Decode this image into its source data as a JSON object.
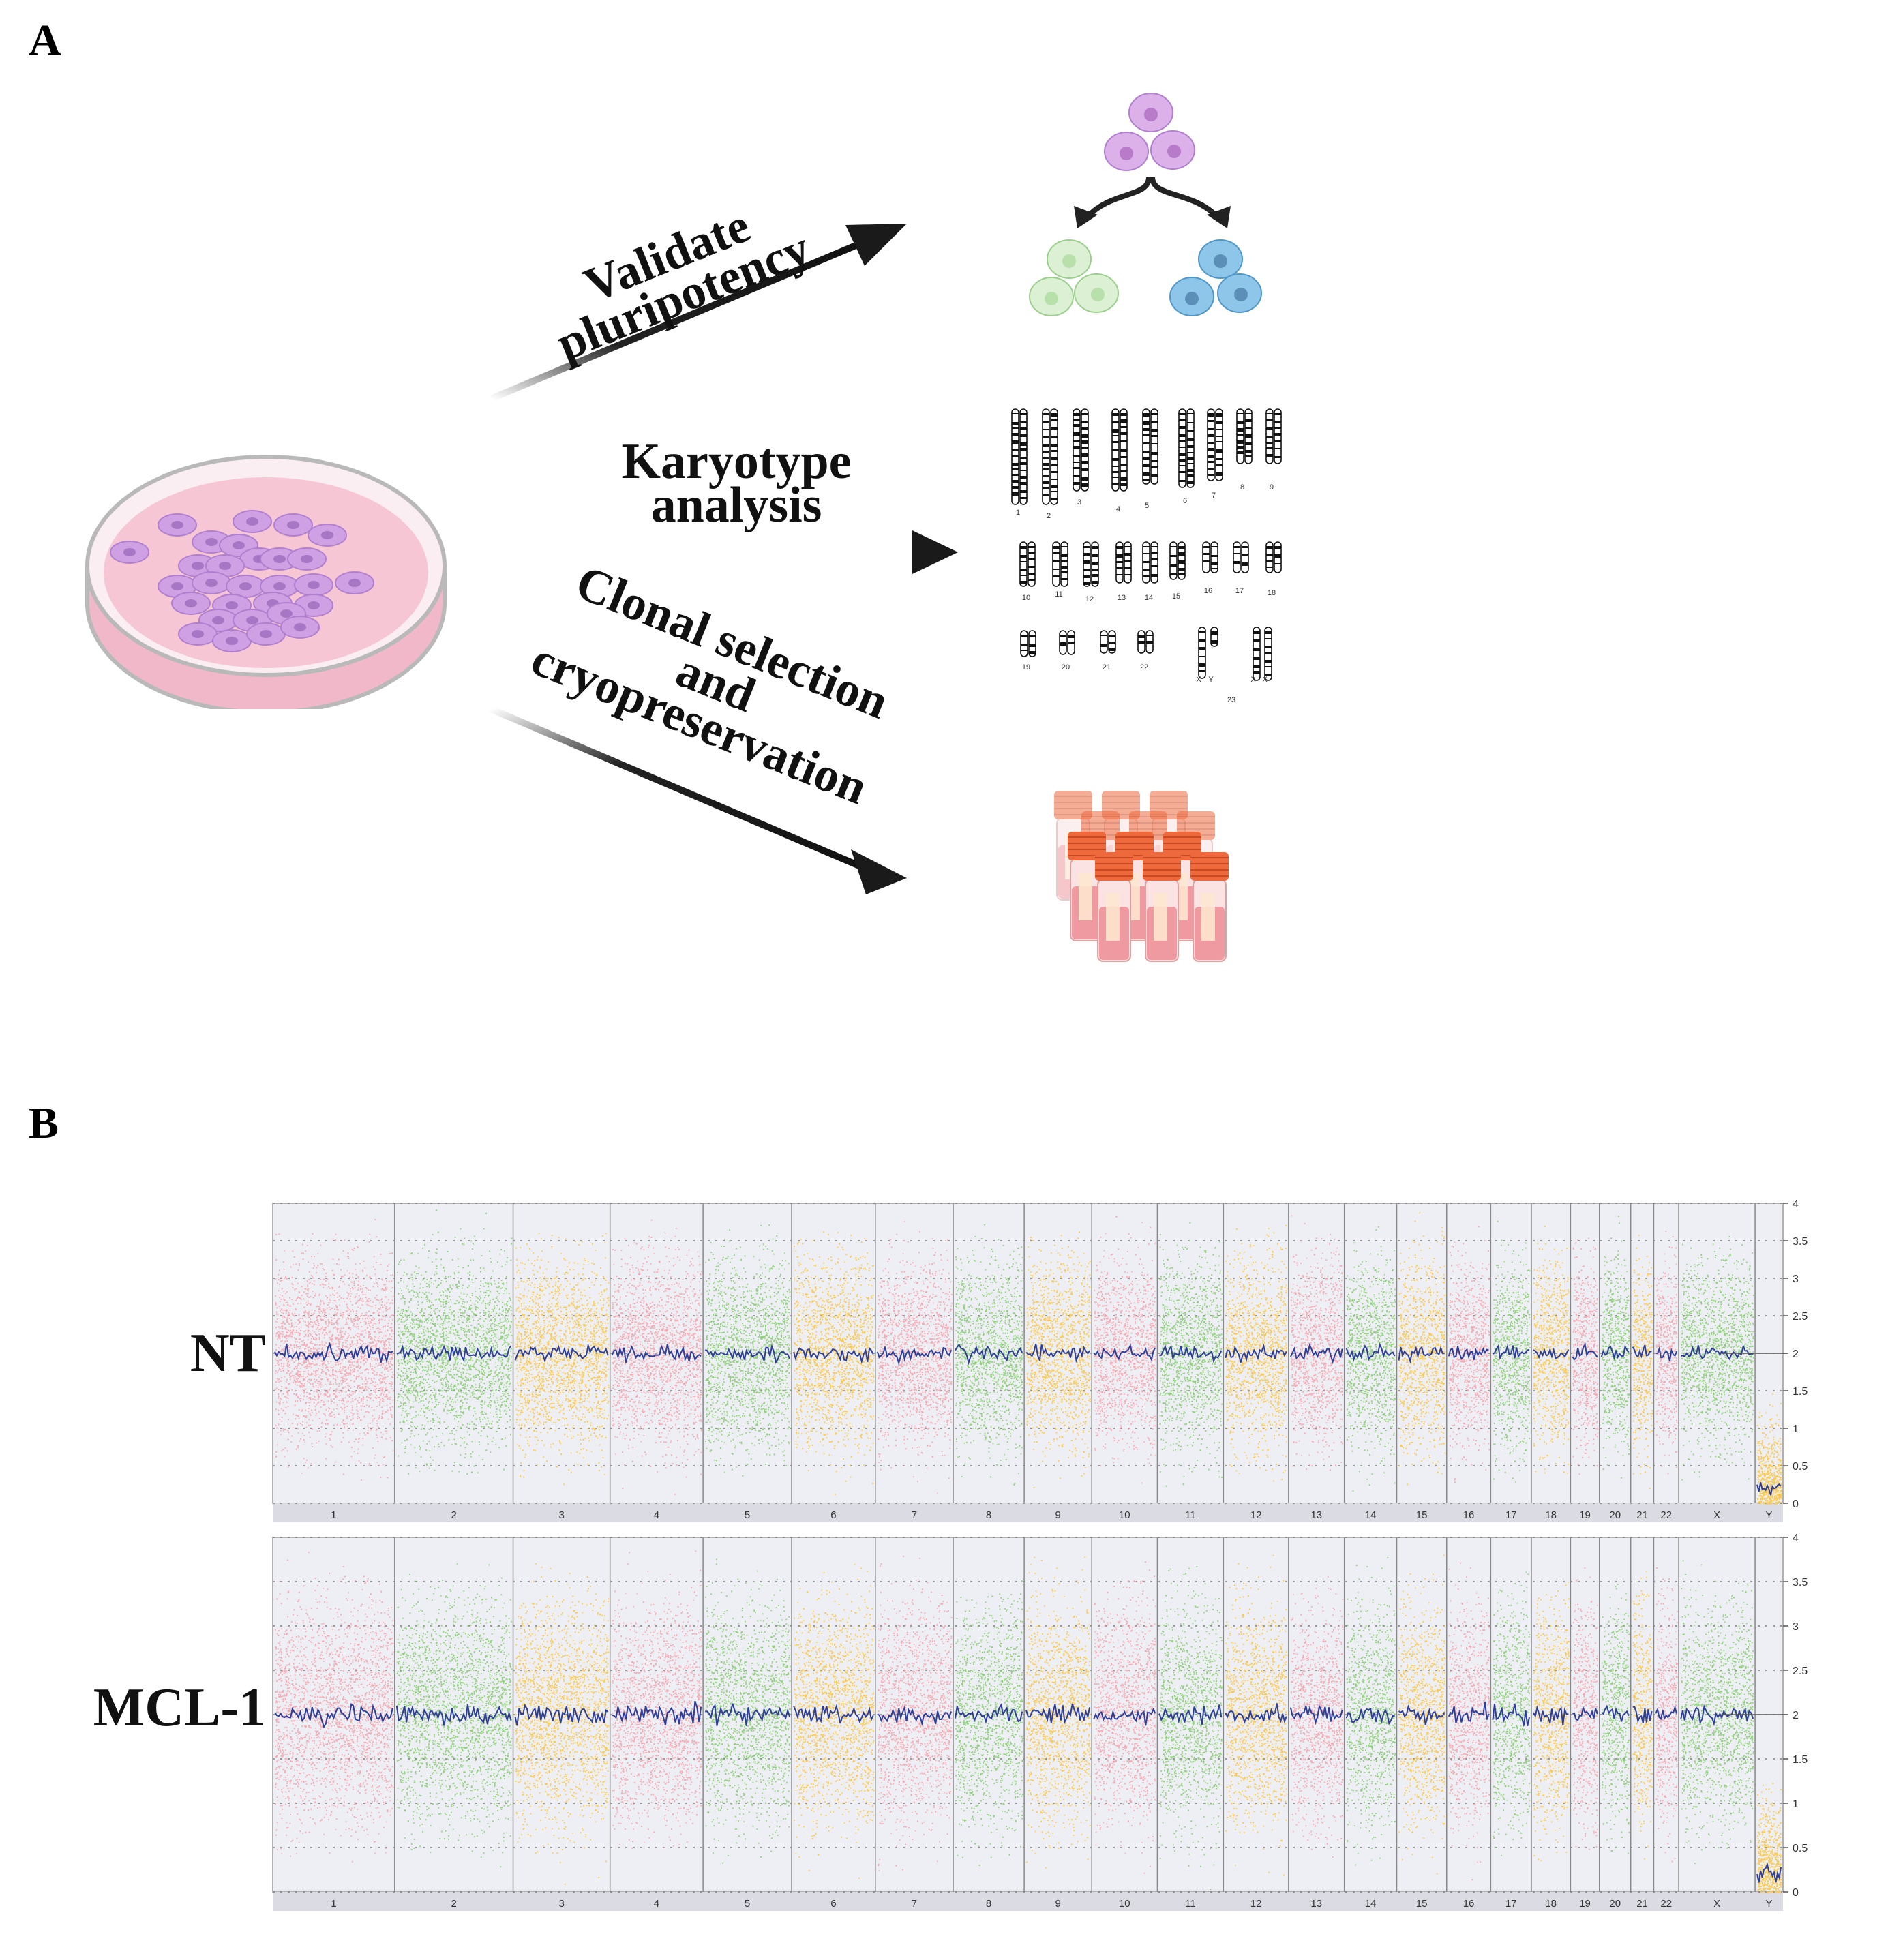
{
  "panel_a": {
    "label": "A",
    "arrows": {
      "pluripotency": [
        "Validate",
        "pluripotency"
      ],
      "karyotype": [
        "Karyotype",
        "analysis"
      ],
      "clonal": [
        "Clonal selection",
        "and",
        "cryopreservation"
      ]
    },
    "karyogram": {
      "row1": [
        "1",
        "2",
        "3",
        "4",
        "5",
        "6",
        "7",
        "8",
        "9"
      ],
      "row2": [
        "10",
        "11",
        "12",
        "13",
        "14",
        "15",
        "16",
        "17",
        "18"
      ],
      "row3": [
        "19",
        "20",
        "21",
        "22"
      ],
      "sex_pair_1": [
        "X",
        "Y"
      ],
      "sex_pair_2": [
        "X",
        "X"
      ],
      "group_number": "23"
    },
    "colors": {
      "pluripotent_cells": "#d9a8e2",
      "lineage_green": "#d8f0cf",
      "lineage_blue": "#8ec6ea",
      "dish_medium": "#f7c6d4",
      "dish_cells": "#c99be0",
      "vial_cap": "#ee6a3d",
      "vial_liquid": "#ee9aa0"
    }
  },
  "panel_b": {
    "label": "B",
    "chart_data": [
      {
        "type": "scatter",
        "title": "NT",
        "xlabel": "",
        "ylabel": "",
        "categories": [
          "1",
          "2",
          "3",
          "4",
          "5",
          "6",
          "7",
          "8",
          "9",
          "10",
          "11",
          "12",
          "13",
          "14",
          "15",
          "16",
          "17",
          "18",
          "19",
          "20",
          "21",
          "22",
          "X",
          "Y"
        ],
        "relative_length": [
          249,
          242,
          198,
          190,
          181,
          171,
          159,
          145,
          138,
          134,
          135,
          133,
          114,
          107,
          102,
          90,
          83,
          80,
          59,
          64,
          47,
          51,
          156,
          57
        ],
        "segment_colors": [
          "#f5a9b2",
          "#8fd07a",
          "#fbc94e",
          "#f5a9b2",
          "#8fd07a",
          "#fbc94e",
          "#f5a9b2",
          "#8fd07a",
          "#fbc94e",
          "#f5a9b2",
          "#8fd07a",
          "#fbc94e",
          "#f5a9b2",
          "#8fd07a",
          "#fbc94e",
          "#f5a9b2",
          "#8fd07a",
          "#fbc94e",
          "#f5a9b2",
          "#8fd07a",
          "#fbc94e",
          "#f5a9b2",
          "#8fd07a",
          "#fbc94e"
        ],
        "copy_number_median": [
          2,
          2,
          2,
          2,
          2,
          2,
          2,
          2,
          2,
          2,
          2,
          2,
          2,
          2,
          2,
          2,
          2,
          2,
          2,
          2,
          2,
          2,
          2,
          0.2
        ],
        "ylim": [
          0,
          4
        ],
        "yticks": [
          "4",
          "3.5",
          "3",
          "2.5",
          "2",
          "1.5",
          "1",
          "0.5",
          "0"
        ],
        "grid": true
      },
      {
        "type": "scatter",
        "title": "MCL-1",
        "xlabel": "",
        "ylabel": "",
        "categories": [
          "1",
          "2",
          "3",
          "4",
          "5",
          "6",
          "7",
          "8",
          "9",
          "10",
          "11",
          "12",
          "13",
          "14",
          "15",
          "16",
          "17",
          "18",
          "19",
          "20",
          "21",
          "22",
          "X",
          "Y"
        ],
        "relative_length": [
          249,
          242,
          198,
          190,
          181,
          171,
          159,
          145,
          138,
          134,
          135,
          133,
          114,
          107,
          102,
          90,
          83,
          80,
          59,
          64,
          47,
          51,
          156,
          57
        ],
        "segment_colors": [
          "#f5a9b2",
          "#8fd07a",
          "#fbc94e",
          "#f5a9b2",
          "#8fd07a",
          "#fbc94e",
          "#f5a9b2",
          "#8fd07a",
          "#fbc94e",
          "#f5a9b2",
          "#8fd07a",
          "#fbc94e",
          "#f5a9b2",
          "#8fd07a",
          "#fbc94e",
          "#f5a9b2",
          "#8fd07a",
          "#fbc94e",
          "#f5a9b2",
          "#8fd07a",
          "#fbc94e",
          "#f5a9b2",
          "#8fd07a",
          "#fbc94e"
        ],
        "copy_number_median": [
          2,
          2,
          2,
          2,
          2,
          2,
          2,
          2,
          2,
          2,
          2,
          2,
          2,
          2,
          2,
          2,
          2,
          2,
          2,
          2,
          2,
          2,
          2,
          0.2
        ],
        "ylim": [
          0,
          4
        ],
        "yticks": [
          "4",
          "3.5",
          "3",
          "2.5",
          "2",
          "1.5",
          "1",
          "0.5",
          "0"
        ],
        "grid": true
      }
    ],
    "colors": {
      "median_line": "#2e3f9b",
      "plot_bg": "#eeeff4"
    }
  }
}
